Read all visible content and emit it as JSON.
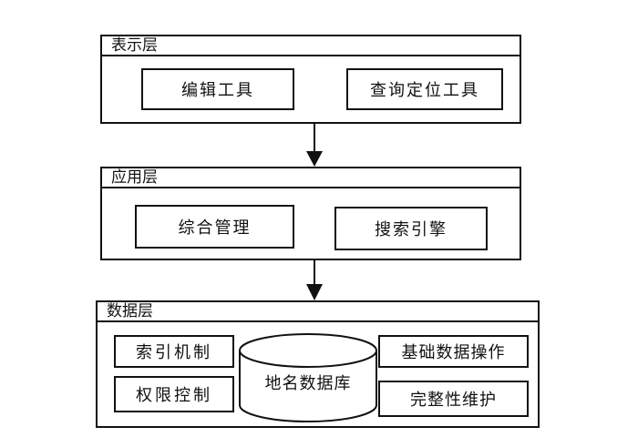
{
  "presentation_layer": {
    "title": "表示层",
    "modules": [
      "编辑工具",
      "查询定位工具"
    ]
  },
  "application_layer": {
    "title": "应用层",
    "modules": [
      "综合管理",
      "搜索引擎"
    ]
  },
  "data_layer": {
    "title": "数据层",
    "left_modules": [
      "索引机制",
      "权限控制"
    ],
    "database": "地名数据库",
    "right_modules": [
      "基础数据操作",
      "完整性维护"
    ]
  }
}
